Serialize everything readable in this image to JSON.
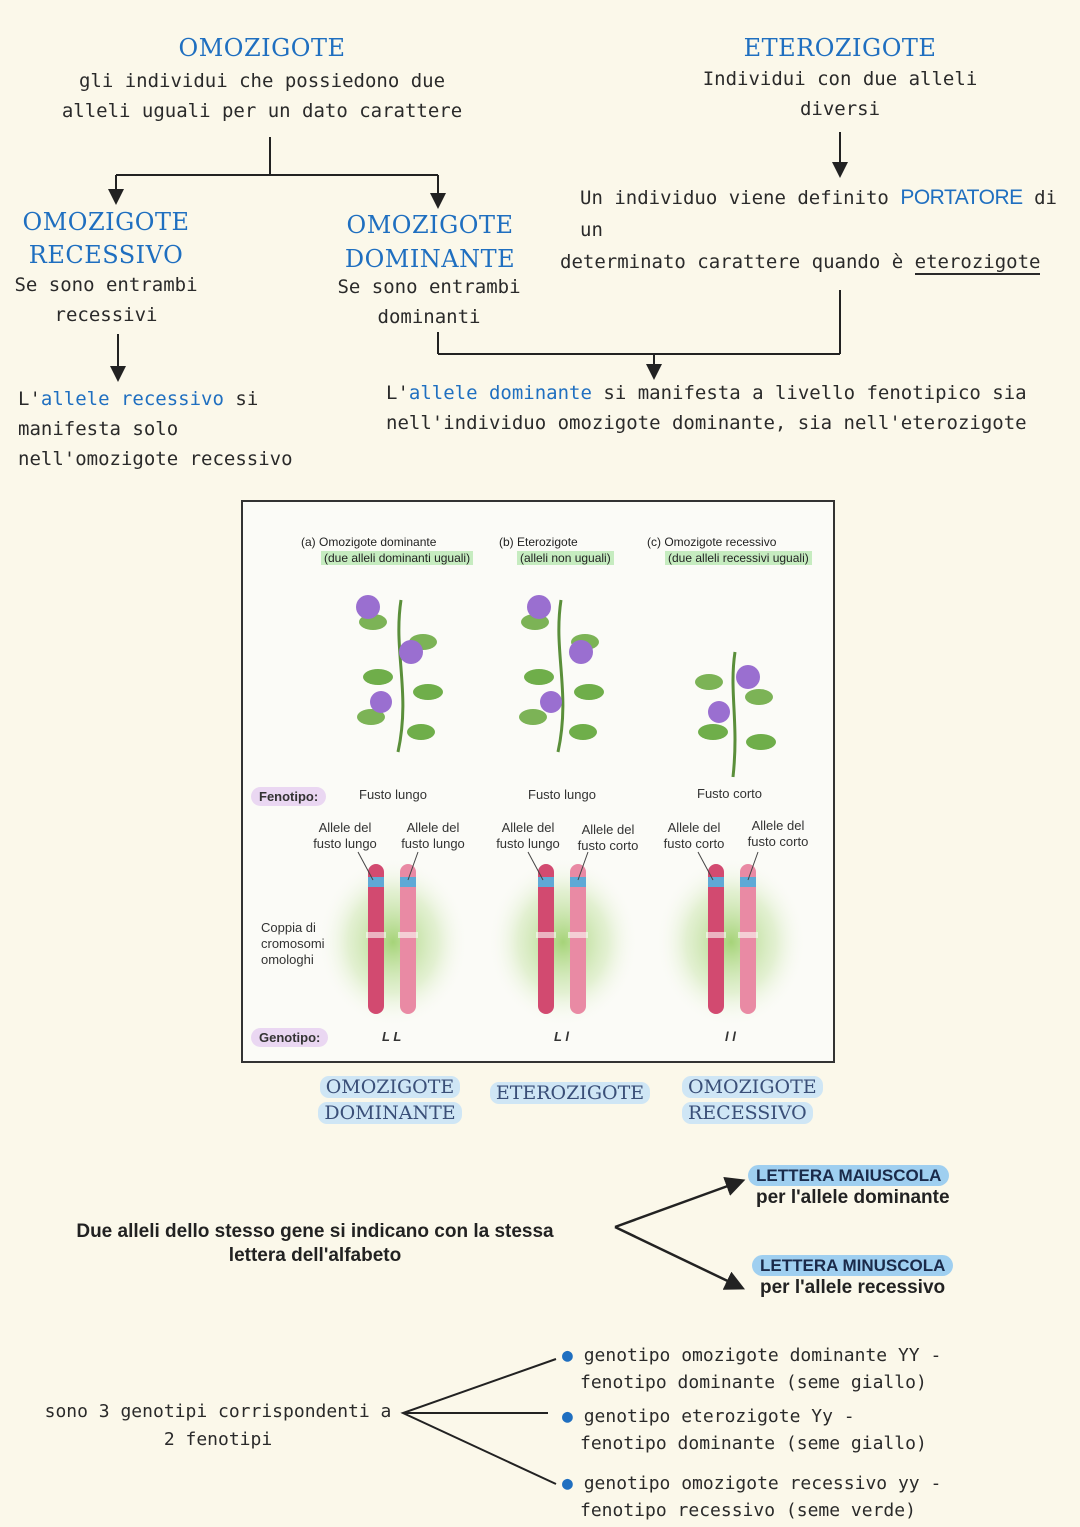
{
  "top_left": {
    "title": "OMOZIGOTE",
    "desc_line1": "gli individui che possiedono due",
    "desc_line2": "alleli uguali per un dato carattere"
  },
  "top_right": {
    "title": "ETEROZIGOTE",
    "desc_line1": "Individui con due alleli",
    "desc_line2": "diversi",
    "carrier_pre": "Un individuo viene definito",
    "carrier_word": "PORTATORE",
    "carrier_post": "di un",
    "carrier_line2_pre": "determinato carattere quando è",
    "carrier_line2_word": "eterozigote"
  },
  "recessive": {
    "title1": "OMOZIGOTE",
    "title2": "RECESSIVO",
    "desc1": "Se sono entrambi",
    "desc2": "recessivi",
    "note_pre": "L'",
    "note_blue": "allele recessivo",
    "note_post": "si",
    "note2": "manifesta solo",
    "note3": "nell'omozigote recessivo"
  },
  "dominant": {
    "title1": "OMOZIGOTE",
    "title2": "DOMINANTE",
    "desc1": "Se sono entrambi",
    "desc2": "dominanti",
    "note_pre": "L'",
    "note_blue": "allele dominante",
    "note_post": "si manifesta a livello fenotipico sia",
    "note2": "nell'individuo omozigote dominante, sia nell'eterozigote"
  },
  "figure": {
    "a_head": "(a) Omozigote dominante",
    "a_sub": "(due alleli dominanti uguali)",
    "b_head": "(b) Eterozigote",
    "b_sub": "(alleli non uguali)",
    "c_head": "(c) Omozigote recessivo",
    "c_sub": "(due alleli recessivi uguali)",
    "phenotype_label": "Fenotipo:",
    "a_pheno": "Fusto lungo",
    "b_pheno": "Fusto lungo",
    "c_pheno": "Fusto corto",
    "allele_word": "Allele del",
    "long": "fusto lungo",
    "short": "fusto corto",
    "pair_label1": "Coppia di",
    "pair_label2": "cromosomi",
    "pair_label3": "omologhi",
    "genotype_label": "Genotipo:",
    "a_geno": "L L",
    "b_geno": "L l",
    "c_geno": "l l",
    "colors": {
      "flower": "#9a6fd0",
      "leaf": "#6fae4a",
      "chromosome": "#d24a70",
      "glow": "#9ccf6a"
    }
  },
  "captions": {
    "a1": "OMOZIGOTE",
    "a2": "DOMINANTE",
    "b1": "ETEROZIGOTE",
    "c1": "OMOZIGOTE",
    "c2": "RECESSIVO"
  },
  "letters": {
    "statement1": "Due alleli dello stesso gene si indicano con la stessa",
    "statement2": "lettera dell'alfabeto",
    "upper_tag": "LETTERA MAIUSCOLA",
    "upper_desc": "per l'allele dominante",
    "lower_tag": "LETTERA MINUSCOLA",
    "lower_desc": "per l'allele recessivo"
  },
  "genotypes": {
    "statement1": "sono 3 genotipi corrispondenti a",
    "statement2": "2 fenotipi",
    "items": [
      {
        "l1": "genotipo omozigote dominante YY -",
        "l2": "fenotipo dominante (seme giallo)"
      },
      {
        "l1": "genotipo eterozigote Yy -",
        "l2": "fenotipo dominante (seme giallo)"
      },
      {
        "l1": "genotipo omozigote recessivo yy -",
        "l2": "fenotipo recessivo (seme verde)"
      }
    ]
  }
}
